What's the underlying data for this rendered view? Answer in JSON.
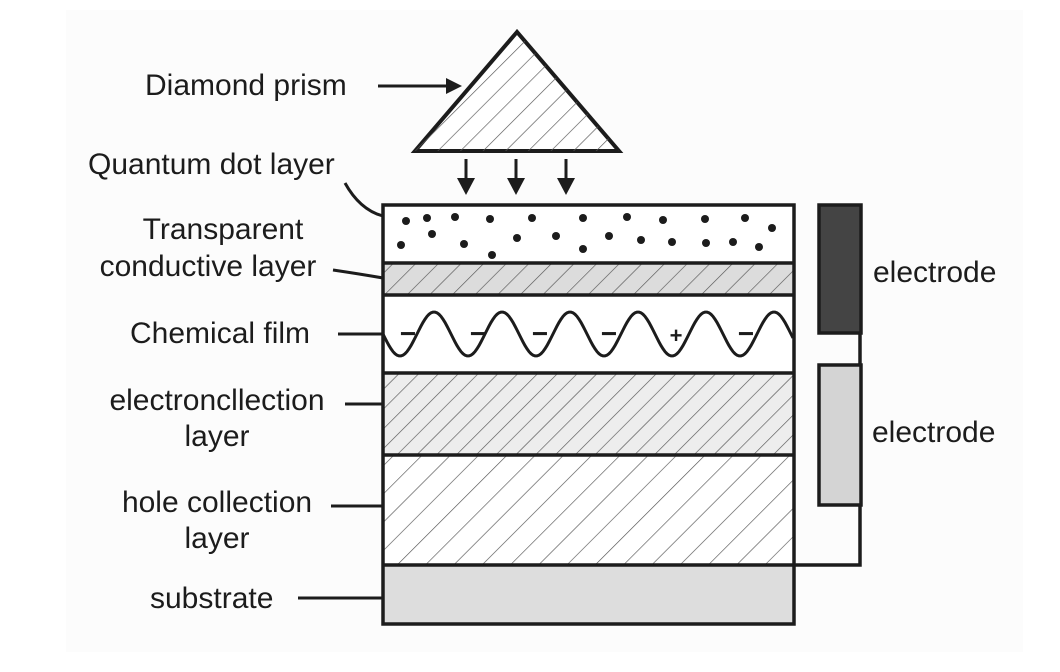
{
  "diagram": {
    "title": "Quantum dot sensor layer stack",
    "prism": {
      "label": "Diamond prism"
    },
    "light_arrows": {
      "count": 3,
      "direction": "down"
    },
    "layers": [
      {
        "id": "quantum-dot-layer",
        "label_lines": [
          "Quantum dot layer"
        ],
        "fill": "dots",
        "color": "#ffffff"
      },
      {
        "id": "transparent-conductive-layer",
        "label_lines": [
          "Transparent",
          "conductive layer"
        ],
        "fill": "hatch",
        "color": "#dcdcdc"
      },
      {
        "id": "chemical-film",
        "label_lines": [
          "Chemical film"
        ],
        "fill": "wave",
        "color": "#ffffff",
        "charges": [
          "−",
          "−",
          "−",
          "−",
          "+",
          "−"
        ]
      },
      {
        "id": "electron-collection-layer",
        "label_lines": [
          "electroncllection",
          "layer"
        ],
        "fill": "hatch",
        "color": "#ededed"
      },
      {
        "id": "hole-collection-layer",
        "label_lines": [
          "hole collection",
          "layer"
        ],
        "fill": "hatch",
        "color": "#ffffff"
      },
      {
        "id": "substrate",
        "label_lines": [
          "substrate"
        ],
        "fill": "solid",
        "color": "#dddddd"
      }
    ],
    "electrodes": [
      {
        "label": "electrode",
        "color": "#444444"
      },
      {
        "label": "electrode",
        "color": "#d4d4d4"
      }
    ],
    "colors": {
      "stroke": "#1c1c1c",
      "hatch": "#555555"
    }
  }
}
